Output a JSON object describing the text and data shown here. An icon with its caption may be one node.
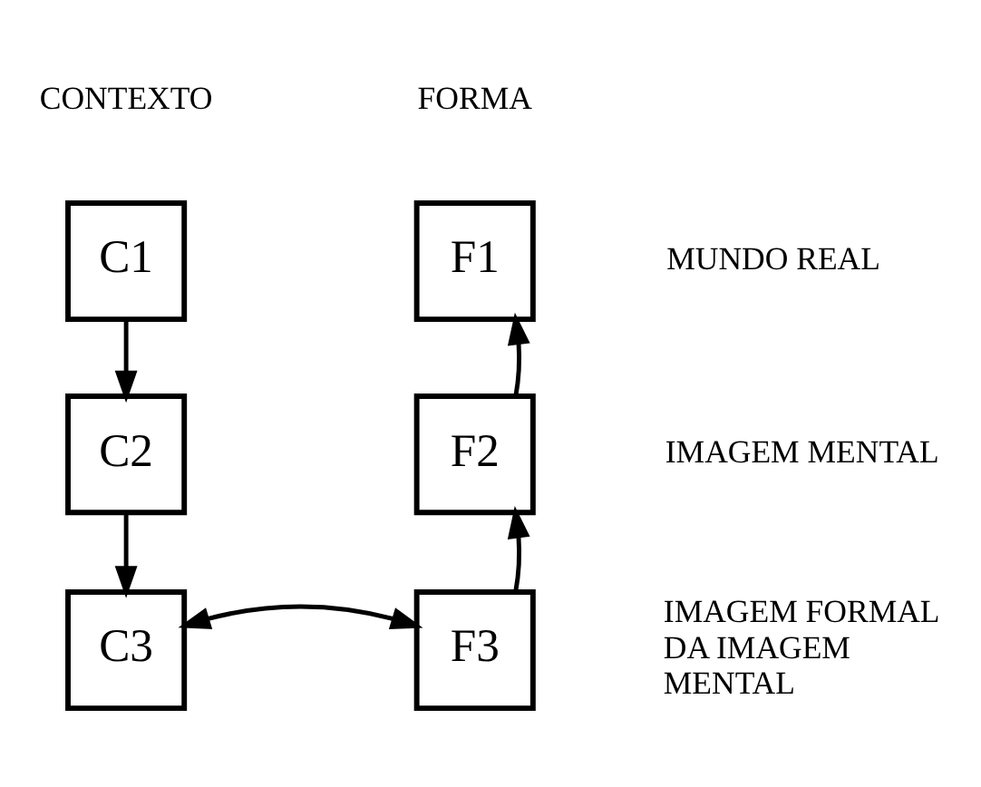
{
  "diagram": {
    "nodes": [
      {
        "text": [
          "C1"
        ]
      },
      {
        "text": [
          "C2"
        ]
      },
      {
        "text": [
          "C3"
        ]
      },
      {
        "text": [
          "F1"
        ]
      },
      {
        "text": [
          "F2"
        ]
      },
      {
        "text": [
          "F3"
        ]
      }
    ],
    "edges": [
      {
        "from": 0,
        "to": 1,
        "arrow": "to"
      },
      {
        "from": 1,
        "to": 2,
        "arrow": "to"
      },
      {
        "from": 2,
        "to": 5,
        "arrow": "both"
      },
      {
        "from": 5,
        "to": 4,
        "arrow": "to"
      },
      {
        "from": 4,
        "to": 3,
        "arrow": "to"
      }
    ],
    "labels": [
      "CONTEXTO",
      "FORMA",
      "MUNDO REAL",
      "IMAGEM MENTAL",
      "IMAGEM FORMAL DA IMAGEM MENTAL"
    ]
  }
}
